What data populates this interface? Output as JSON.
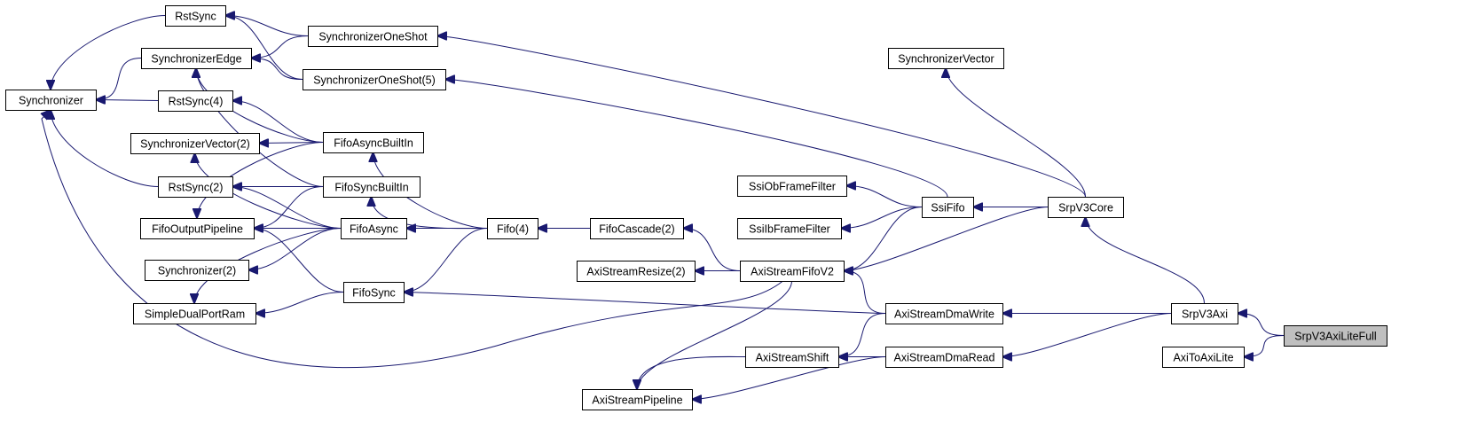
{
  "diagram": {
    "type": "inheritance-graph",
    "colors": {
      "edge": "#191970",
      "node_border": "#000000",
      "focus_fill": "#bfbfbf",
      "background": "#ffffff"
    },
    "nodes": [
      {
        "id": "rstsync",
        "label": "RstSync"
      },
      {
        "id": "synchronizeroneshot",
        "label": "SynchronizerOneShot"
      },
      {
        "id": "synchronizeredge",
        "label": "SynchronizerEdge"
      },
      {
        "id": "synchronizeroneshot5",
        "label": "SynchronizerOneShot(5)"
      },
      {
        "id": "synchronizer",
        "label": "Synchronizer"
      },
      {
        "id": "rstsync4",
        "label": "RstSync(4)"
      },
      {
        "id": "synchronizervector2",
        "label": "SynchronizerVector(2)"
      },
      {
        "id": "fifoasyncbuiltin",
        "label": "FifoAsyncBuiltIn"
      },
      {
        "id": "rstsync2",
        "label": "RstSync(2)"
      },
      {
        "id": "fifosyncbuiltin",
        "label": "FifoSyncBuiltIn"
      },
      {
        "id": "fifooutputpipeline",
        "label": "FifoOutputPipeline"
      },
      {
        "id": "fifoasync",
        "label": "FifoAsync"
      },
      {
        "id": "fifo4",
        "label": "Fifo(4)"
      },
      {
        "id": "fifocascade2",
        "label": "FifoCascade(2)"
      },
      {
        "id": "synchronizer2",
        "label": "Synchronizer(2)"
      },
      {
        "id": "fifosync",
        "label": "FifoSync"
      },
      {
        "id": "simpledualportram",
        "label": "SimpleDualPortRam"
      },
      {
        "id": "synchronizervector",
        "label": "SynchronizerVector"
      },
      {
        "id": "ssiobframefilter",
        "label": "SsiObFrameFilter"
      },
      {
        "id": "ssiibframefilter",
        "label": "SsiIbFrameFilter"
      },
      {
        "id": "ssififo",
        "label": "SsiFifo"
      },
      {
        "id": "srpv3core",
        "label": "SrpV3Core"
      },
      {
        "id": "axistreamresize2",
        "label": "AxiStreamResize(2)"
      },
      {
        "id": "axistreamfifov2",
        "label": "AxiStreamFifoV2"
      },
      {
        "id": "axistreamdmawrite",
        "label": "AxiStreamDmaWrite"
      },
      {
        "id": "srpv3axi",
        "label": "SrpV3Axi"
      },
      {
        "id": "srpv3axilitefull",
        "label": "SrpV3AxiLiteFull",
        "focus": true
      },
      {
        "id": "axistreamshift",
        "label": "AxiStreamShift"
      },
      {
        "id": "axistreamdmaread",
        "label": "AxiStreamDmaRead"
      },
      {
        "id": "axitoaxilite",
        "label": "AxiToAxiLite"
      },
      {
        "id": "axistreampipeline",
        "label": "AxiStreamPipeline"
      }
    ],
    "edges": [
      {
        "from": "srpv3axilitefull",
        "to": "srpv3axi"
      },
      {
        "from": "srpv3axilitefull",
        "to": "axitoaxilite"
      },
      {
        "from": "srpv3axi",
        "to": "srpv3core"
      },
      {
        "from": "srpv3axi",
        "to": "axistreamdmawrite"
      },
      {
        "from": "srpv3axi",
        "to": "axistreamdmaread"
      },
      {
        "from": "srpv3core",
        "to": "synchronizervector"
      },
      {
        "from": "srpv3core",
        "to": "ssififo"
      },
      {
        "from": "srpv3core",
        "to": "synchronizeroneshot"
      },
      {
        "from": "srpv3core",
        "to": "axistreamfifov2"
      },
      {
        "from": "ssififo",
        "to": "ssiobframefilter"
      },
      {
        "from": "ssififo",
        "to": "ssiibframefilter"
      },
      {
        "from": "ssififo",
        "to": "axistreamfifov2"
      },
      {
        "from": "ssififo",
        "to": "synchronizeroneshot5"
      },
      {
        "from": "axistreamdmawrite",
        "to": "axistreamfifov2"
      },
      {
        "from": "axistreamdmawrite",
        "to": "fifosync"
      },
      {
        "from": "axistreamdmawrite",
        "to": "axistreamshift"
      },
      {
        "from": "axistreamdmaread",
        "to": "axistreamshift"
      },
      {
        "from": "axistreamdmaread",
        "to": "axistreampipeline"
      },
      {
        "from": "axistreamshift",
        "to": "axistreampipeline"
      },
      {
        "from": "axistreamfifov2",
        "to": "axistreampipeline"
      },
      {
        "from": "axistreamfifov2",
        "to": "axistreamresize2"
      },
      {
        "from": "axistreamfifov2",
        "to": "fifocascade2"
      },
      {
        "from": "axistreamfifov2",
        "to": "synchronizer"
      },
      {
        "from": "fifocascade2",
        "to": "fifo4"
      },
      {
        "from": "fifo4",
        "to": "fifoasync"
      },
      {
        "from": "fifo4",
        "to": "fifoasyncbuiltin"
      },
      {
        "from": "fifo4",
        "to": "fifosyncbuiltin"
      },
      {
        "from": "fifo4",
        "to": "fifosync"
      },
      {
        "from": "fifoasync",
        "to": "fifooutputpipeline"
      },
      {
        "from": "fifoasync",
        "to": "rstsync2"
      },
      {
        "from": "fifoasync",
        "to": "synchronizer2"
      },
      {
        "from": "fifoasync",
        "to": "simpledualportram"
      },
      {
        "from": "fifoasync",
        "to": "synchronizervector2"
      },
      {
        "from": "fifosync",
        "to": "fifooutputpipeline"
      },
      {
        "from": "fifosync",
        "to": "simpledualportram"
      },
      {
        "from": "fifoasyncbuiltin",
        "to": "synchronizervector2"
      },
      {
        "from": "fifoasyncbuiltin",
        "to": "rstsync4"
      },
      {
        "from": "fifoasyncbuiltin",
        "to": "synchronizeredge"
      },
      {
        "from": "fifoasyncbuiltin",
        "to": "fifooutputpipeline"
      },
      {
        "from": "fifosyncbuiltin",
        "to": "rstsync2"
      },
      {
        "from": "fifosyncbuiltin",
        "to": "synchronizeredge"
      },
      {
        "from": "fifosyncbuiltin",
        "to": "fifooutputpipeline"
      },
      {
        "from": "rstsync",
        "to": "synchronizer"
      },
      {
        "from": "synchronizeredge",
        "to": "synchronizer"
      },
      {
        "from": "rstsync4",
        "to": "synchronizer"
      },
      {
        "from": "rstsync2",
        "to": "synchronizer"
      },
      {
        "from": "synchronizeroneshot",
        "to": "rstsync"
      },
      {
        "from": "synchronizeroneshot",
        "to": "synchronizeredge"
      },
      {
        "from": "synchronizeroneshot5",
        "to": "rstsync"
      },
      {
        "from": "synchronizeroneshot5",
        "to": "synchronizeredge"
      }
    ]
  }
}
